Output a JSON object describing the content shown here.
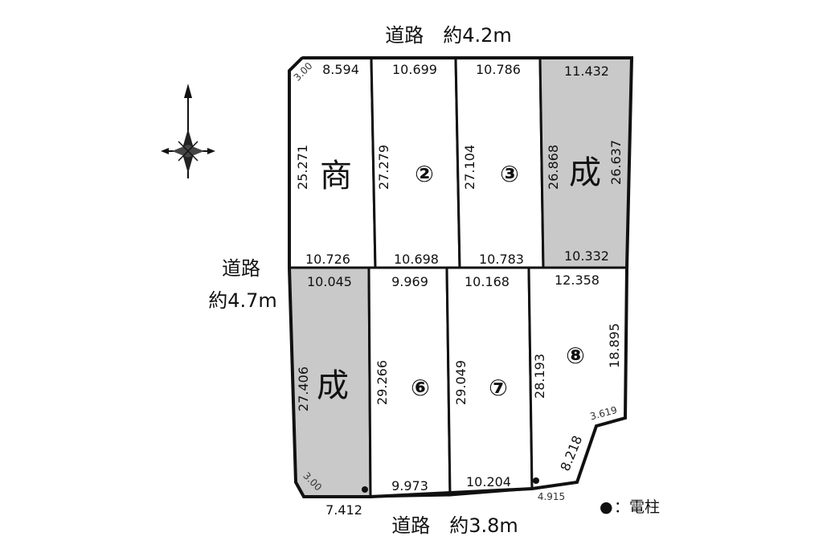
{
  "roads": {
    "north": "道路　約4.2m",
    "west_line1": "道路",
    "west_line2": "約4.7m",
    "south": "道路　約3.8m"
  },
  "legend": {
    "marker": "●",
    "label": "：電柱"
  },
  "lots": [
    {
      "id": "lot-1",
      "mark": "商",
      "top": "8.594",
      "bottom": "10.726",
      "left": "25.271",
      "corner": "3.00",
      "shaded": false
    },
    {
      "id": "lot-2",
      "mark": "②",
      "top": "10.699",
      "bottom": "10.698",
      "left": "27.279",
      "shaded": false
    },
    {
      "id": "lot-3",
      "mark": "③",
      "top": "10.786",
      "bottom": "10.783",
      "left": "27.104",
      "shaded": false
    },
    {
      "id": "lot-4",
      "mark": "成",
      "top": "11.432",
      "bottom": "10.332",
      "left": "26.868",
      "right": "26.637",
      "shaded": true
    },
    {
      "id": "lot-5",
      "mark": "成",
      "top": "10.045",
      "bottom": "7.412",
      "left": "27.406",
      "corner": "3.00",
      "shaded": true
    },
    {
      "id": "lot-6",
      "mark": "⑥",
      "top": "9.969",
      "bottom": "9.973",
      "left": "29.266",
      "shaded": false
    },
    {
      "id": "lot-7",
      "mark": "⑦",
      "top": "10.168",
      "bottom": "10.204",
      "left": "29.049",
      "shaded": false
    },
    {
      "id": "lot-8",
      "mark": "⑧",
      "top": "12.358",
      "bottom": "4.915",
      "left": "28.193",
      "right": "18.895",
      "corner_a": "3.619",
      "corner_b": "8.218",
      "shaded": false
    }
  ],
  "colors": {
    "shaded_lot": "#c9c9c9",
    "line": "#111111"
  }
}
